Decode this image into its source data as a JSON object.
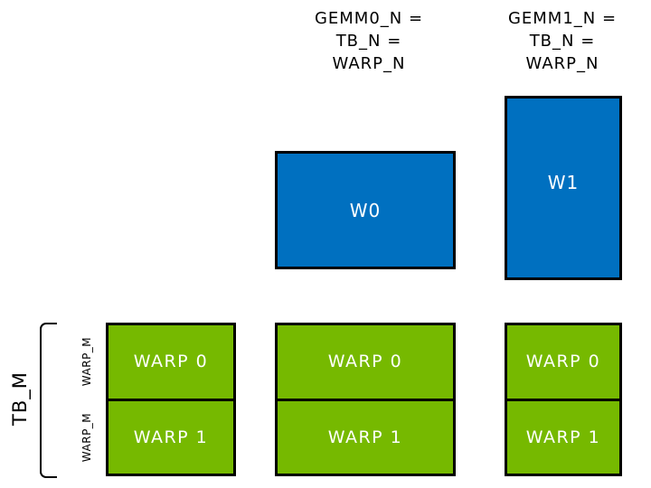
{
  "colors": {
    "blue_fill": "#0070C0",
    "green_fill": "#76B900",
    "border": "#000000",
    "box_text": "#ffffff",
    "label_text": "#000000",
    "background": "#ffffff"
  },
  "top_labels": {
    "gemm0": "GEMM0_N =\nTB_N =\nWARP_N",
    "gemm1": "GEMM1_N =\nTB_N =\nWARP_N"
  },
  "blue_boxes": {
    "w0": "W0",
    "w1": "W1"
  },
  "warp_columns": {
    "left": {
      "warp0": "WARP 0",
      "warp1": "WARP 1"
    },
    "middle": {
      "warp0": "WARP 0",
      "warp1": "WARP 1"
    },
    "right": {
      "warp0": "WARP 0",
      "warp1": "WARP 1"
    }
  },
  "side_labels": {
    "tb_m": "TB_M",
    "warp_m_top": "WARP_M",
    "warp_m_bottom": "WARP_M"
  }
}
